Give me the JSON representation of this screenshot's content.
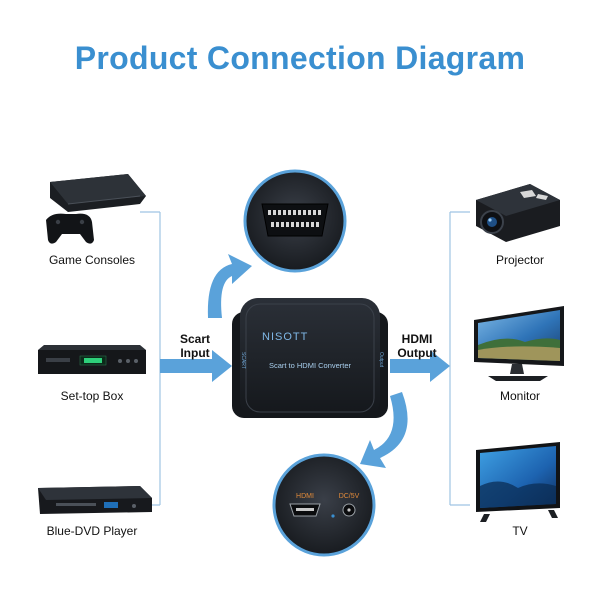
{
  "title": "Product Connection Diagram",
  "inputs": [
    "Game Consoles",
    "Set-top Box",
    "Blue-DVD Player"
  ],
  "outputs": [
    "Projector",
    "Monitor",
    "TV"
  ],
  "input_label": [
    "Scart",
    "Input"
  ],
  "output_label": [
    "HDMI",
    "Output"
  ],
  "device": {
    "brand": "NISOTT",
    "name": "Scart to HDMI Converter",
    "left_port": "SCART",
    "right_port": "Output",
    "hdmi_port": "HDMI",
    "power_port": "DC/5V"
  },
  "colors": {
    "accent": "#3a8fd0",
    "arrow": "#5aa2da",
    "line": "#9fc4e3",
    "device": "#1e2228"
  },
  "icons": [
    "game-console-icon",
    "set-top-box-icon",
    "dvd-player-icon",
    "projector-icon",
    "monitor-icon",
    "tv-icon"
  ]
}
